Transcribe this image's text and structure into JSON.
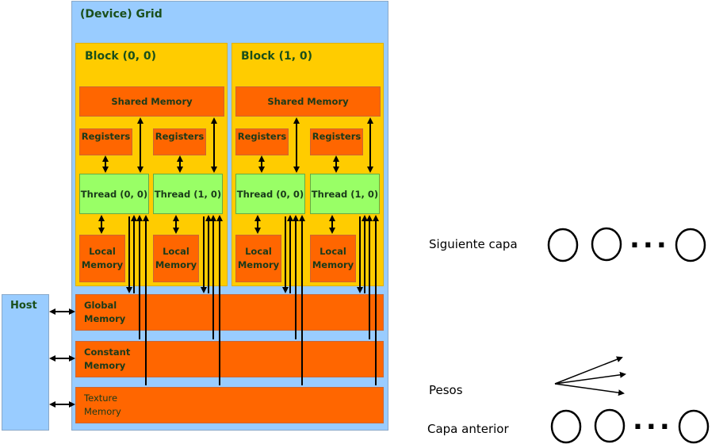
{
  "grid": {
    "title": "(Device) Grid"
  },
  "blocks": [
    {
      "title": "Block (0, 0)",
      "shared_memory": "Shared Memory",
      "registers": [
        "Registers",
        "Registers"
      ],
      "threads": [
        "Thread (0, 0)",
        "Thread (1, 0)"
      ],
      "local_memory": [
        "Local\nMemory",
        "Local\nMemory"
      ]
    },
    {
      "title": "Block (1, 0)",
      "shared_memory": "Shared Memory",
      "registers": [
        "Registers",
        "Registers"
      ],
      "threads": [
        "Thread (0, 0)",
        "Thread (1, 0)"
      ],
      "local_memory": [
        "Local\nMemory",
        "Local\nMemory"
      ]
    }
  ],
  "memories": {
    "global": "Global\nMemory",
    "constant": "Constant\nMemory",
    "texture": "Texture\nMemory"
  },
  "host": {
    "label": "Host"
  },
  "network": {
    "next_layer": "Siguiente capa",
    "weights": "Pesos",
    "previous_layer": "Capa anterior",
    "ellipsis": "..."
  },
  "colors": {
    "grid": "#99ccff",
    "block": "#ffcc00",
    "memory": "#ff6600",
    "thread": "#99ff66"
  }
}
